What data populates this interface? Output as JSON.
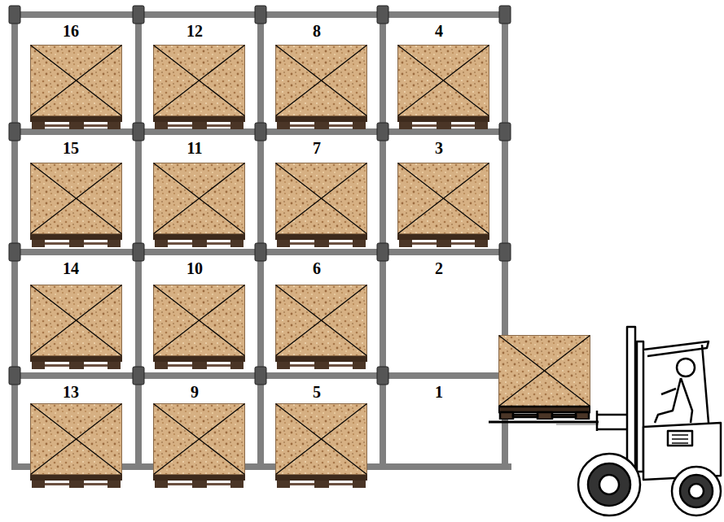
{
  "diagram": {
    "nodes": [
      {
        "text": [
          "16"
        ]
      },
      {
        "text": [
          "12"
        ]
      },
      {
        "text": [
          "8"
        ]
      },
      {
        "text": [
          "4"
        ]
      },
      {
        "text": [
          "15"
        ]
      },
      {
        "text": [
          "11"
        ]
      },
      {
        "text": [
          "7"
        ]
      },
      {
        "text": [
          "3"
        ]
      },
      {
        "text": [
          "14"
        ]
      },
      {
        "text": [
          "10"
        ]
      },
      {
        "text": [
          "6"
        ]
      },
      {
        "text": [
          "2"
        ]
      },
      {
        "text": [
          "13"
        ]
      },
      {
        "text": [
          "9"
        ]
      },
      {
        "text": [
          "5"
        ]
      },
      {
        "text": [
          "1"
        ]
      }
    ]
  }
}
